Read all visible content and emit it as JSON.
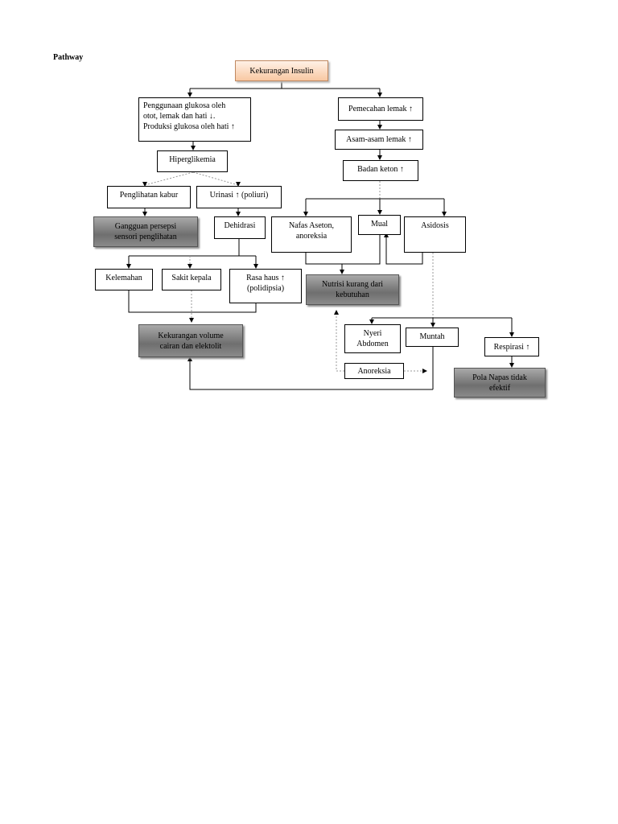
{
  "title": "Pathway",
  "nodes": {
    "kekurangan_insulin": "Kekurangan Insulin",
    "penggunaan_glukosa": "Penggunaan glukosa oleh\notot, lemak dan hati ↓.\nProduksi glukosa oleh hati ↑",
    "pemecahan_lemak": "Pemecahan lemak ↑",
    "asam_lemak": "Asam-asam lemak ↑",
    "badan_keton": "Badan keton ↑",
    "hiperglikemia": "Hiperglikemia",
    "penglihatan_kabur": "Penglihatan kabur",
    "urinasi": "Urinasi ↑ (poliuri)",
    "gangguan_persepsi": "Gangguan persepsi\nsensori penglihatan",
    "dehidrasi": "Dehidrasi",
    "nafas_aseton": "Nafas Aseton,\nanoreksia",
    "mual": "Mual",
    "asidosis": "Asidosis",
    "kelemahan": "Kelemahan",
    "sakit_kepala": "Sakit kepala",
    "rasa_haus": "Rasa haus ↑\n(polidipsia)",
    "nutrisi_kurang": "Nutrisi kurang dari\nkebutuhan",
    "kekurangan_volume": "Kekurangan volume\ncairan dan elektolit",
    "nyeri_abdomen": "Nyeri\nAbdomen",
    "muntah": "Muntah",
    "respirasi": "Respirasi ↑",
    "anoreksia": "Anoreksia",
    "pola_napas": "Pola Napas tidak\nefektif"
  }
}
